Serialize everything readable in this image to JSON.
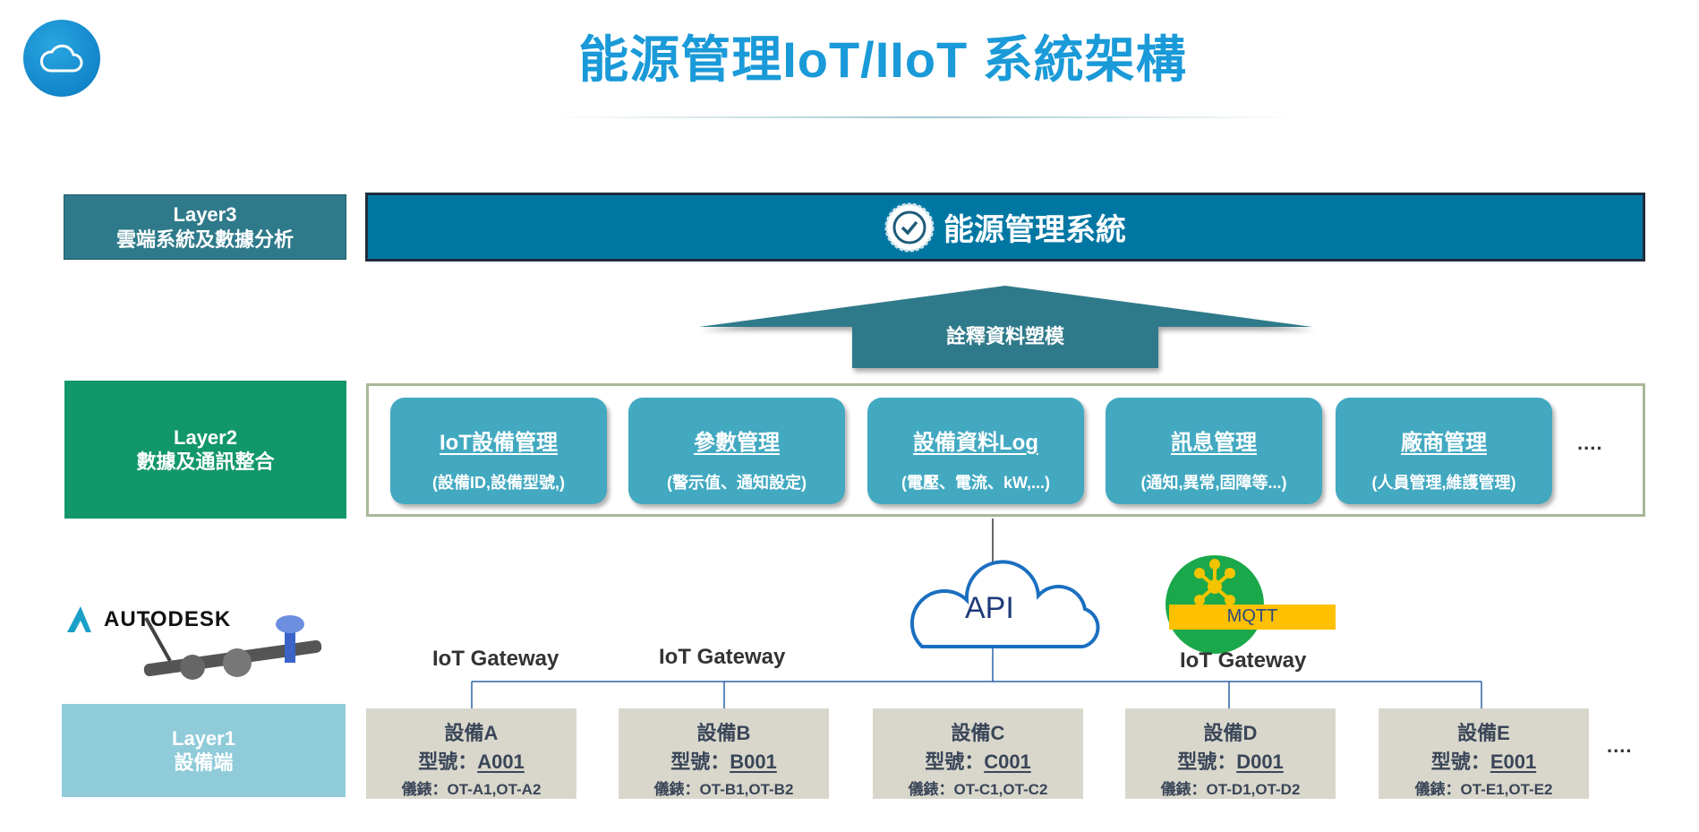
{
  "title": "能源管理IoT/IIoT 系統架構",
  "layer3": {
    "name": "Layer3",
    "desc": "雲端系統及數據分析",
    "system": "能源管理系統"
  },
  "arrow_label": "詮釋資料塑模",
  "layer2": {
    "name": "Layer2",
    "desc": "數據及通訊整合",
    "cards": [
      {
        "title": "IoT設備管理",
        "sub": "(設備ID,設備型號,)"
      },
      {
        "title": "參數管理",
        "sub": "(警示值、通知設定)"
      },
      {
        "title": "設備資料Log",
        "sub": "(電壓、電流、kW,...)"
      },
      {
        "title": "訊息管理",
        "sub": "(通知,異常,固障等...)"
      },
      {
        "title": "廠商管理",
        "sub": "(人員管理,維護管理)"
      }
    ],
    "more": "...."
  },
  "api": "API",
  "mqtt": "MQTT",
  "autodesk": "AUTODESK",
  "gateways": [
    "IoT Gateway",
    "IoT Gateway",
    "IoT Gateway"
  ],
  "layer1": {
    "name": "Layer1",
    "desc": "設備端",
    "devices": [
      {
        "name": "設備A",
        "model_label": "型號：",
        "model": "A001",
        "meters": "儀錶：OT-A1,OT-A2"
      },
      {
        "name": "設備B",
        "model_label": "型號：",
        "model": "B001",
        "meters": "儀錶：OT-B1,OT-B2"
      },
      {
        "name": "設備C",
        "model_label": "型號：",
        "model": "C001",
        "meters": "儀錶：OT-C1,OT-C2"
      },
      {
        "name": "設備D",
        "model_label": "型號：",
        "model": "D001",
        "meters": "儀錶：OT-D1,OT-D2"
      },
      {
        "name": "設備E",
        "model_label": "型號：",
        "model": "E001",
        "meters": "儀錶：OT-E1,OT-E2"
      }
    ],
    "more": "...."
  }
}
